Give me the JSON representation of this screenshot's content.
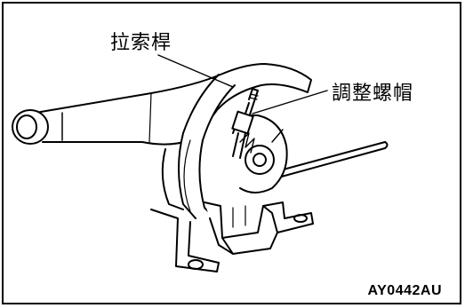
{
  "figure": {
    "labels": {
      "cable_rod": "拉索桿",
      "adjusting_nut": "調整螺帽"
    },
    "figure_code": "AY0442AU"
  },
  "colors": {
    "ink": "#000000",
    "paper": "#ffffff"
  }
}
